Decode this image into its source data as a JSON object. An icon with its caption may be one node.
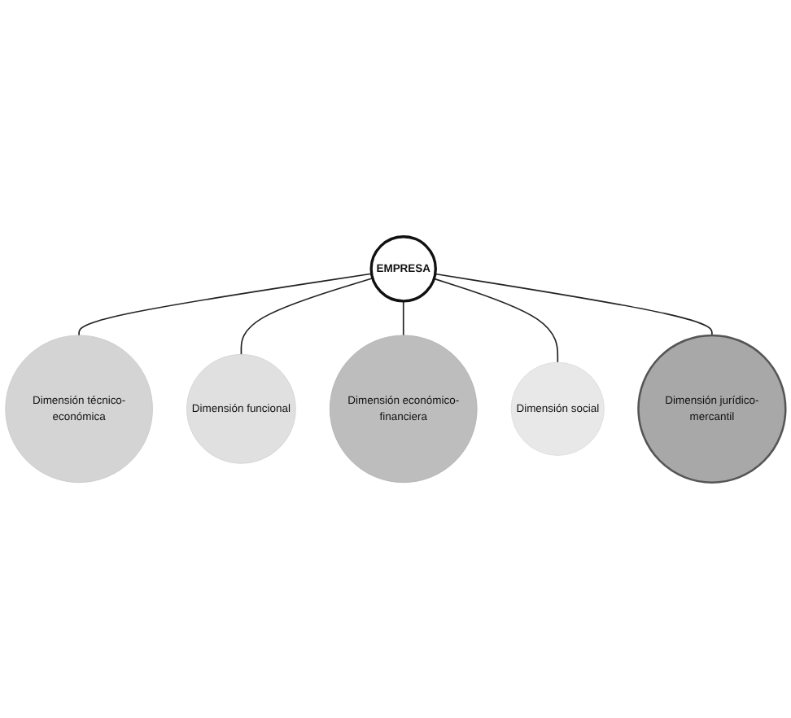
{
  "diagram": {
    "nodes": [
      {
        "text": [
          "Dimensión técnico-económica"
        ]
      },
      {
        "text": [
          "Dimensión funcional"
        ]
      },
      {
        "text": [
          "Dimensión económico-financiera"
        ]
      },
      {
        "text": [
          "EMPRESA"
        ]
      },
      {
        "text": [
          "Dimensión social"
        ]
      },
      {
        "text": [
          "Dimensión jurídico-mercantil"
        ]
      }
    ],
    "edges": [
      {
        "from": 3,
        "to": 0,
        "arrow": "none"
      },
      {
        "from": 3,
        "to": 1,
        "arrow": "none"
      },
      {
        "from": 3,
        "to": 2,
        "arrow": "none"
      },
      {
        "from": 3,
        "to": 4,
        "arrow": "none"
      },
      {
        "from": 3,
        "to": 5,
        "arrow": "none"
      }
    ]
  }
}
